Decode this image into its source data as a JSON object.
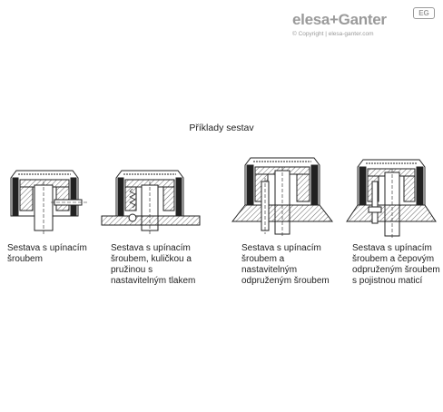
{
  "brand": {
    "logo_text": "elesa+Ganter",
    "badge": "EG",
    "copyright": "© Copyright | elesa-ganter.com"
  },
  "title": "Příklady sestav",
  "captions": [
    [
      "Sestava s upínacím",
      "šroubem"
    ],
    [
      "Sestava s upínacím",
      "šroubem, kuličkou a",
      "pružinou s",
      "nastavitelným tlakem"
    ],
    [
      "Sestava s upínacím",
      "šroubem a",
      "nastavitelným",
      "odpruženým šroubem"
    ],
    [
      "Sestava s upínacím",
      "šroubem a čepovým",
      "odpruženým šroubem",
      "s pojistnou maticí"
    ]
  ]
}
